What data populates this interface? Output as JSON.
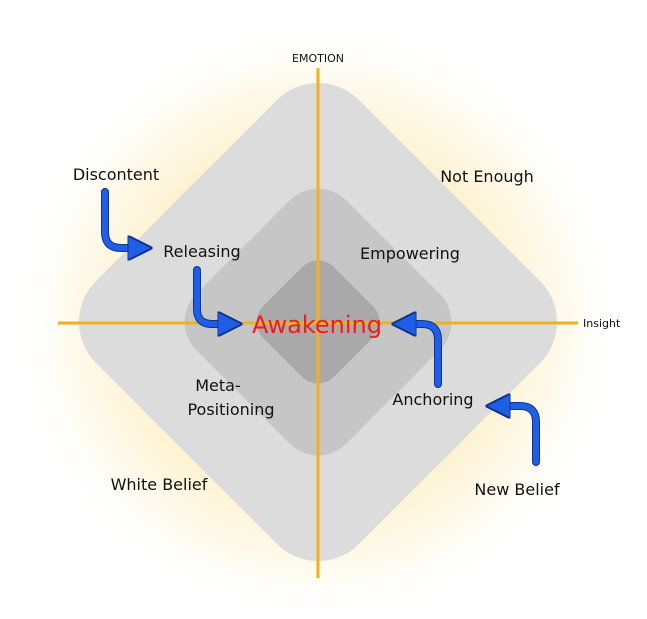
{
  "axes": {
    "vertical_label": "EMOTION",
    "horizontal_label": "Insight"
  },
  "zones": {
    "top_right": "Not Enough",
    "bottom_left": "White Belief",
    "inner_top_right": "Empowering",
    "inner_bottom_left_line1": "Meta-",
    "inner_bottom_left_line2": "Positioning",
    "center": "Awakening"
  },
  "flow": {
    "start_left": "Discontent",
    "step_left": "Releasing",
    "start_right": "New Belief",
    "step_right": "Anchoring"
  },
  "colors": {
    "outer_diamond": "#dcdcdc",
    "middle_diamond": "#c6c6c6",
    "inner_diamond": "#a9a9a9",
    "axis_line": "#f2b01e",
    "arrow": "#1f5fe8",
    "center_text": "#ee1c1c",
    "glow": "#fdefc2"
  }
}
